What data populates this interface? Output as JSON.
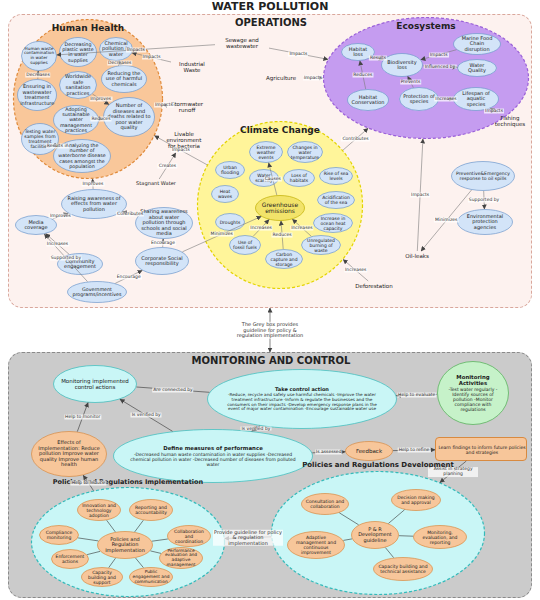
{
  "diagram": {
    "title": "WATER POLLUTION",
    "nodes": [
      {
        "text": [
          "OPERATIONS"
        ]
      },
      {
        "text": [
          "Human Health"
        ],
        "in": 0
      },
      {
        "text": [
          "Human waste contamination in water supplies"
        ],
        "in": 1
      },
      {
        "text": [
          "Decreasing plastic waste in water supplies"
        ],
        "in": 1
      },
      {
        "text": [
          "Chemical pollution in water"
        ],
        "in": 1
      },
      {
        "text": [
          "Reducing the use of harmful chemicals"
        ],
        "in": 1
      },
      {
        "text": [
          "Ensuring in wastewater treatment infrastructure"
        ],
        "in": 1
      },
      {
        "text": [
          "Worldwide safe sanitation practices"
        ],
        "in": 1
      },
      {
        "text": [
          "Adopting sustainable water management practices"
        ],
        "in": 1
      },
      {
        "text": [
          "Number of diseases and deaths related to poor water quality"
        ],
        "in": 1
      },
      {
        "text": [
          "Testing water samples from treatment facilities"
        ],
        "in": 1
      },
      {
        "text": [
          "Analyzing the number of waterborne disease cases amongst the population"
        ],
        "in": 1
      },
      {
        "text": [
          "Ecosystems"
        ],
        "in": 0
      },
      {
        "text": [
          "Habitat loss"
        ],
        "in": 12
      },
      {
        "text": [
          "Biodiversity loss"
        ],
        "in": 12
      },
      {
        "text": [
          "Marine Food Chain disruption"
        ],
        "in": 12
      },
      {
        "text": [
          "Water Quality"
        ],
        "in": 12
      },
      {
        "text": [
          "Habitat Conservation"
        ],
        "in": 12
      },
      {
        "text": [
          "Protection of species"
        ],
        "in": 12
      },
      {
        "text": [
          "Lifespan of aquatic species"
        ],
        "in": 12
      },
      {
        "text": [
          "Climate Change"
        ],
        "in": 0
      },
      {
        "text": [
          "Urban flooding"
        ],
        "in": 20
      },
      {
        "text": [
          "Heat waves"
        ],
        "in": 20
      },
      {
        "text": [
          "Droughts"
        ],
        "in": 20
      },
      {
        "text": [
          "Greenhouse emissions"
        ],
        "in": 20
      },
      {
        "text": [
          "Extreme weather events"
        ],
        "in": 20
      },
      {
        "text": [
          "Changes in water temperature"
        ],
        "in": 20
      },
      {
        "text": [
          "Water scarcity"
        ],
        "in": 20
      },
      {
        "text": [
          "Loss of habitats"
        ],
        "in": 20
      },
      {
        "text": [
          "Rise of sea levels"
        ],
        "in": 20
      },
      {
        "text": [
          "Acidification of the sea"
        ],
        "in": 20
      },
      {
        "text": [
          "Increase in ocean heat capacity"
        ],
        "in": 20
      },
      {
        "text": [
          "Use of fossil fuels"
        ],
        "in": 20
      },
      {
        "text": [
          "Carbon capture and storage"
        ],
        "in": 20
      },
      {
        "text": [
          "Unregulated burning of waste"
        ],
        "in": 20
      },
      {
        "text": [
          "Industrial Waste"
        ],
        "in": 0
      },
      {
        "text": [
          "Sewage and wastewater"
        ],
        "in": 0
      },
      {
        "text": [
          "Agriculture"
        ],
        "in": 0
      },
      {
        "text": [
          "Stormwater runoff"
        ],
        "in": 0
      },
      {
        "text": [
          "Livable environment for bacteria"
        ],
        "in": 0
      },
      {
        "text": [
          "Stagnant Water"
        ],
        "in": 0
      },
      {
        "text": [
          "Fishing techniques"
        ],
        "in": 0
      },
      {
        "text": [
          "Oil-leaks"
        ],
        "in": 0
      },
      {
        "text": [
          "Deforestation"
        ],
        "in": 0
      },
      {
        "text": [
          "Raising awareness of effects from water pollution"
        ],
        "in": 0
      },
      {
        "text": [
          "Media coverage"
        ],
        "in": 0
      },
      {
        "text": [
          "Sharing awareness about water pollution through schools and social media"
        ],
        "in": 0
      },
      {
        "text": [
          "Community engagement"
        ],
        "in": 0
      },
      {
        "text": [
          "Corporate Social responsibility"
        ],
        "in": 0
      },
      {
        "text": [
          "Government programs/incentives"
        ],
        "in": 0
      },
      {
        "text": [
          "Preventive&Emergency response to oil spills"
        ],
        "in": 0
      },
      {
        "text": [
          "Environmental protection agencies"
        ],
        "in": 0
      },
      {
        "text": [
          "MONITORING AND CONTROL"
        ]
      },
      {
        "text": [
          "Monitoring implemented control actions"
        ],
        "in": 52
      },
      {
        "text": [
          "Take control action",
          "-Reduce, recycle and safely use harmful chemicals -Improve the water treatment infrastructure -Inform & regulate the businesses and the consumers on their impacts -Develop emergency response plans in the event of major water contamination -Encourage sustainable water use"
        ],
        "in": 52
      },
      {
        "text": [
          "Monitoring Activities",
          "-Test water regularly -Identify sources of pollution -Monitor compliance with regulations"
        ],
        "in": 52
      },
      {
        "text": [
          "Define measures of performance",
          "-Decreased human waste contamination in water supplies -Decreased chemical pollution in water -Decreased number of diseases from polluted water"
        ],
        "in": 52
      },
      {
        "text": [
          "Effects of Implementation: Reduce pollution Improve water quality Improve human health"
        ],
        "in": 52
      },
      {
        "text": [
          "Feedback"
        ],
        "in": 52
      },
      {
        "text": [
          "Learn findings to inform future policies and strategies"
        ],
        "in": 52
      },
      {
        "text": [
          "Policies and Regulations Implementation"
        ],
        "in": 52
      },
      {
        "text": [
          "Innovation and technology adoption"
        ],
        "in": 60
      },
      {
        "text": [
          "Reporting and accountability"
        ],
        "in": 60
      },
      {
        "text": [
          "Compliance monitoring"
        ],
        "in": 60
      },
      {
        "text": [
          "Policies and Regulation Implementation"
        ],
        "in": 60
      },
      {
        "text": [
          "Collaboration and coordination"
        ],
        "in": 60
      },
      {
        "text": [
          "Enforcement actions"
        ],
        "in": 60
      },
      {
        "text": [
          "Performance evaluation and adaptive management"
        ],
        "in": 60
      },
      {
        "text": [
          "Capacity building and support"
        ],
        "in": 60
      },
      {
        "text": [
          "Public engagement and communication"
        ],
        "in": 60
      },
      {
        "text": [
          "Policies and Regulations Development"
        ],
        "in": 52
      },
      {
        "text": [
          "Consultation and collaboration"
        ],
        "in": 70
      },
      {
        "text": [
          "Decision making and approval"
        ],
        "in": 70
      },
      {
        "text": [
          "P & R Development guideline"
        ],
        "in": 70
      },
      {
        "text": [
          "Monitoring, evaluation, and reporting"
        ],
        "in": 70
      },
      {
        "text": [
          "Adaptive management and continuous improvement"
        ],
        "in": 70
      },
      {
        "text": [
          "Capacity building and technical assistance"
        ],
        "in": 70
      }
    ],
    "edges": [
      {
        "from": 36,
        "to": 2,
        "label": "Impacts",
        "arrow": "to"
      },
      {
        "from": 35,
        "to": 4,
        "label": "Impacts",
        "arrow": "to"
      },
      {
        "from": 37,
        "to": 12,
        "label": "Impacts",
        "arrow": "to"
      },
      {
        "from": 36,
        "to": 12,
        "label": "Impacts",
        "arrow": "to"
      },
      {
        "from": 38,
        "to": 1,
        "label": "Impacts",
        "arrow": "to"
      },
      {
        "from": 40,
        "to": 39,
        "label": "Creates",
        "arrow": "to"
      },
      {
        "from": 5,
        "to": 4,
        "label": "Decreases",
        "arrow": "to"
      },
      {
        "from": 6,
        "to": 2,
        "label": "Decreases",
        "arrow": "to"
      },
      {
        "from": 7,
        "to": 9,
        "label": "Improves",
        "arrow": "to"
      },
      {
        "from": 8,
        "to": 9,
        "label": "Reduces",
        "arrow": "to"
      },
      {
        "from": 10,
        "to": 11,
        "label": "Results in",
        "arrow": "to"
      },
      {
        "from": 13,
        "to": 14,
        "label": "Results",
        "arrow": "to"
      },
      {
        "from": 14,
        "to": 16,
        "label": "Influenced by",
        "arrow": "to"
      },
      {
        "from": 15,
        "to": 14,
        "label": "Impacts",
        "arrow": "to"
      },
      {
        "from": 17,
        "to": 13,
        "label": "Reduces",
        "arrow": "to"
      },
      {
        "from": 18,
        "to": 14,
        "label": "Prevents",
        "arrow": "to"
      },
      {
        "from": 18,
        "to": 19,
        "label": "Increases",
        "arrow": "to"
      },
      {
        "from": 41,
        "to": 19,
        "label": "Impacts",
        "arrow": "to"
      },
      {
        "from": 20,
        "to": 12,
        "label": "Contributes",
        "arrow": "to"
      },
      {
        "from": 43,
        "to": 20,
        "label": "Increases",
        "arrow": "to"
      },
      {
        "from": 42,
        "to": 12,
        "label": "Impacts",
        "arrow": "to"
      },
      {
        "from": 50,
        "to": 42,
        "label": "Minimizes",
        "arrow": "to"
      },
      {
        "from": 50,
        "to": 51,
        "label": "Supported by",
        "arrow": "to"
      },
      {
        "from": 44,
        "to": 1,
        "label": "Improves",
        "arrow": "to"
      },
      {
        "from": 45,
        "to": 44,
        "label": "Improves",
        "arrow": "to"
      },
      {
        "from": 46,
        "to": 44,
        "label": "Contributes",
        "arrow": "to"
      },
      {
        "from": 47,
        "to": 45,
        "label": "Increases",
        "arrow": "to"
      },
      {
        "from": 48,
        "to": 46,
        "label": "Encourage",
        "arrow": "to"
      },
      {
        "from": 49,
        "to": 48,
        "label": "Encourage",
        "arrow": "to"
      },
      {
        "from": 49,
        "to": 45,
        "label": "Supported by",
        "arrow": "to"
      },
      {
        "from": 32,
        "to": 24,
        "label": "Increases",
        "arrow": "to"
      },
      {
        "from": 34,
        "to": 24,
        "label": "Increases",
        "arrow": "to"
      },
      {
        "from": 33,
        "to": 24,
        "label": "Reduces",
        "arrow": "to"
      },
      {
        "from": 24,
        "to": 25,
        "label": "Causes",
        "arrow": "to"
      },
      {
        "from": 20,
        "to": 1,
        "label": "Impacts",
        "arrow": "to"
      },
      {
        "from": 48,
        "to": 24,
        "label": "Minimizes",
        "arrow": "to"
      },
      {
        "from": 53,
        "to": 54,
        "label": "Are connected by",
        "arrow": "none"
      },
      {
        "from": 54,
        "to": 56,
        "label": "Is verified by",
        "arrow": "to"
      },
      {
        "from": 56,
        "to": 53,
        "label": "Is verified by",
        "arrow": "to"
      },
      {
        "from": 56,
        "to": 58,
        "label": "Is assessed",
        "arrow": "to"
      },
      {
        "from": 57,
        "to": 53,
        "label": "Help to monitor",
        "arrow": "to"
      },
      {
        "from": 58,
        "to": 59,
        "label": "Help to refine",
        "arrow": "to"
      },
      {
        "from": 55,
        "to": 54,
        "label": "Help to evaluate",
        "arrow": "to"
      },
      {
        "from": 59,
        "to": 70,
        "label": "Assist in strategy planning",
        "arrow": "to"
      },
      {
        "from": 70,
        "to": 60,
        "label": "Provide guideline for policy & regulation implementation",
        "arrow": "to"
      },
      {
        "from": 60,
        "to": 57,
        "label": "Help to reduce",
        "arrow": "to"
      },
      {
        "from": 64,
        "to": 61,
        "arrow": "none"
      },
      {
        "from": 64,
        "to": 62,
        "arrow": "none"
      },
      {
        "from": 64,
        "to": 63,
        "arrow": "none"
      },
      {
        "from": 64,
        "to": 65,
        "arrow": "none"
      },
      {
        "from": 64,
        "to": 66,
        "arrow": "none"
      },
      {
        "from": 64,
        "to": 67,
        "arrow": "none"
      },
      {
        "from": 64,
        "to": 68,
        "arrow": "none"
      },
      {
        "from": 64,
        "to": 69,
        "arrow": "none"
      },
      {
        "from": 73,
        "to": 71,
        "arrow": "none"
      },
      {
        "from": 73,
        "to": 72,
        "arrow": "none"
      },
      {
        "from": 73,
        "to": 74,
        "arrow": "none"
      },
      {
        "from": 73,
        "to": 75,
        "arrow": "none"
      },
      {
        "from": 73,
        "to": 76,
        "arrow": "none"
      },
      {
        "from": 52,
        "to": 0,
        "label": "The Grey box provides guideline for policy & regulation implementation",
        "arrow": "both"
      }
    ]
  }
}
